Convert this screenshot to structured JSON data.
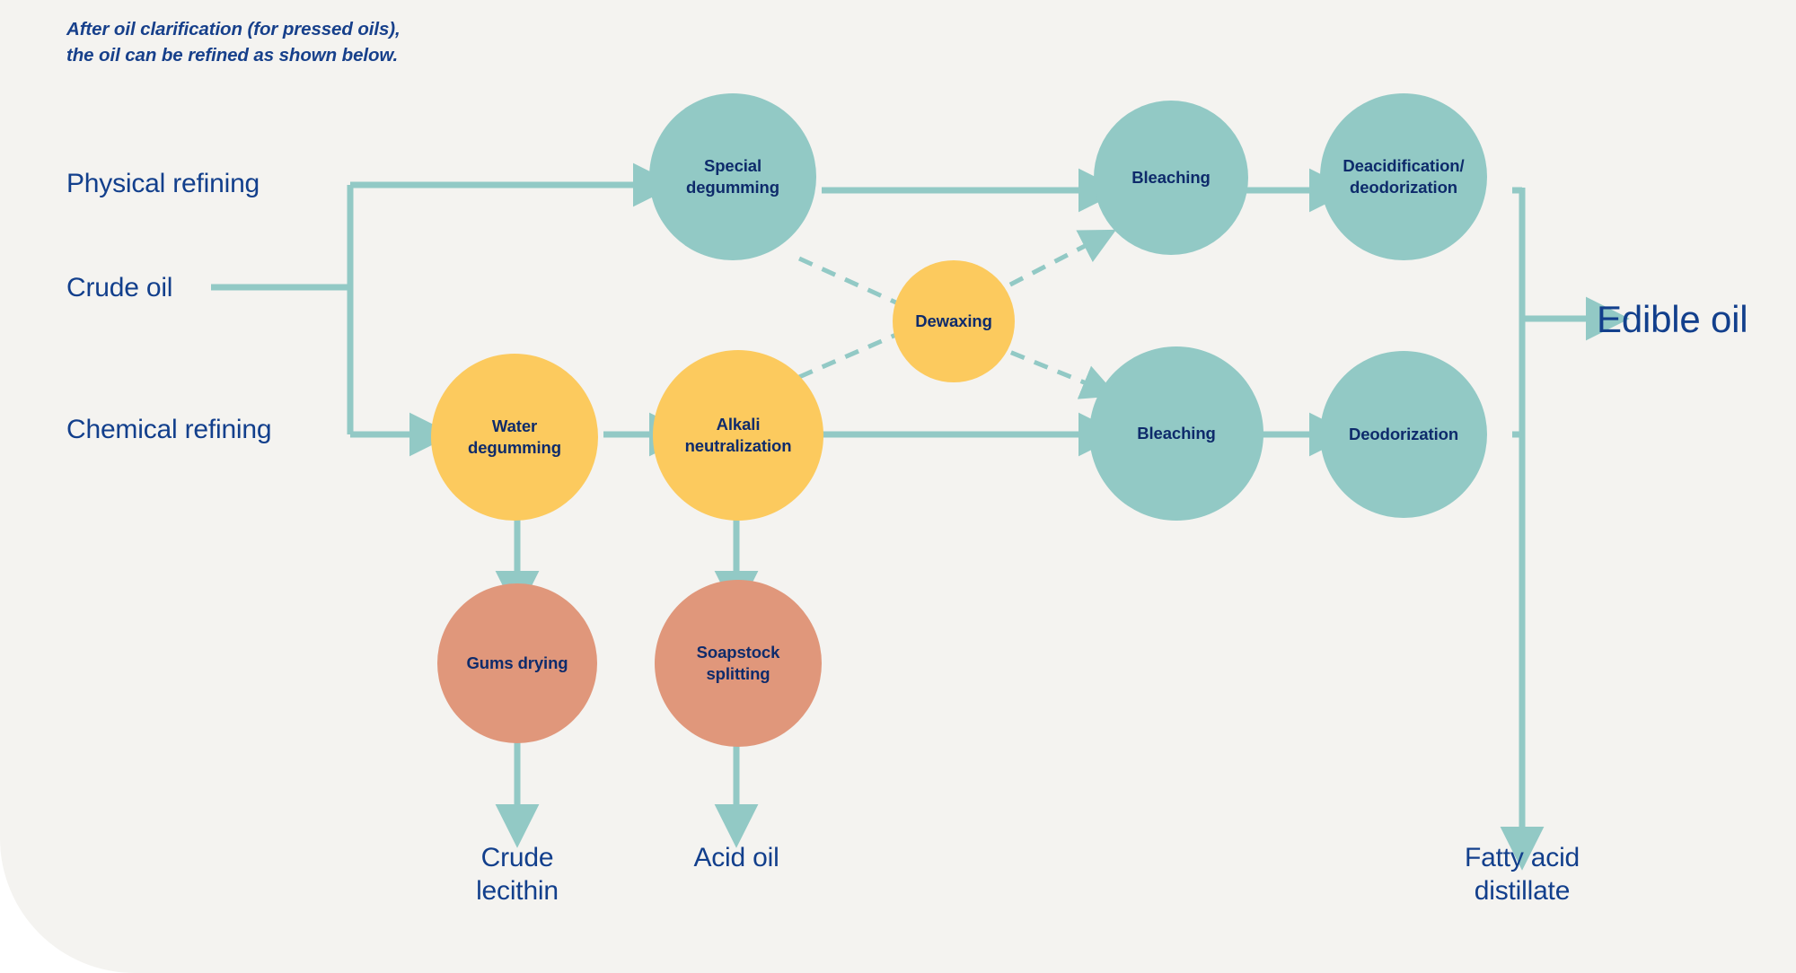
{
  "meta": {
    "title": "Oil refining process flow",
    "background_color": "#F4F3F0",
    "page_color": "#ffffff"
  },
  "colors": {
    "teal": "#92C9C5",
    "yellow": "#FCCA5E",
    "salmon": "#E0977B",
    "text_navy": "#123F8C",
    "node_text_navy": "#0E2B6B",
    "connector": "#92C9C5"
  },
  "caption": {
    "line1": "After oil clarification (for pressed oils),",
    "line2": "the oil can be refined as shown below."
  },
  "side_labels": {
    "physical_refining": "Physical refining",
    "crude_oil": "Crude oil",
    "chemical_refining": "Chemical refining"
  },
  "nodes": {
    "special_degumming": "Special\ndegumming",
    "bleaching_top": "Bleaching",
    "deacidification_deodorization": "Deacidification/\ndeodorization",
    "dewaxing": "Dewaxing",
    "water_degumming": "Water\ndegumming",
    "alkali_neutralization": "Alkali\nneutralization",
    "bleaching_bottom": "Bleaching",
    "deodorization": "Deodorization",
    "gums_drying": "Gums drying",
    "soapstock_splitting": "Soapstock\nsplitting"
  },
  "outputs": {
    "crude_lecithin": "Crude\nlecithin",
    "acid_oil": "Acid oil",
    "edible_oil": "Edible oil",
    "fatty_acid_distillate": "Fatty acid\ndistillate"
  },
  "flow": {
    "type": "process-flow-diagram",
    "inputs": [
      "Crude oil"
    ],
    "branches": [
      {
        "name": "Physical refining",
        "steps": [
          "Special degumming",
          "Bleaching",
          "Deacidification/deodorization"
        ],
        "optional_step": "Dewaxing",
        "final_products": [
          "Edible oil",
          "Fatty acid distillate"
        ]
      },
      {
        "name": "Chemical refining",
        "steps": [
          "Water degumming",
          "Alkali neutralization",
          "Bleaching",
          "Deodorization"
        ],
        "optional_step": "Dewaxing",
        "byproduct_steps": [
          "Gums drying",
          "Soapstock splitting"
        ],
        "byproducts": [
          "Crude lecithin",
          "Acid oil"
        ],
        "final_products": [
          "Edible oil",
          "Fatty acid distillate"
        ]
      }
    ],
    "dashed_connections": [
      {
        "from": "Special degumming",
        "to": "Dewaxing"
      },
      {
        "from": "Dewaxing",
        "to": "Bleaching (physical)"
      },
      {
        "from": "Alkali neutralization",
        "to": "Dewaxing"
      },
      {
        "from": "Dewaxing",
        "to": "Bleaching (chemical)"
      }
    ]
  }
}
